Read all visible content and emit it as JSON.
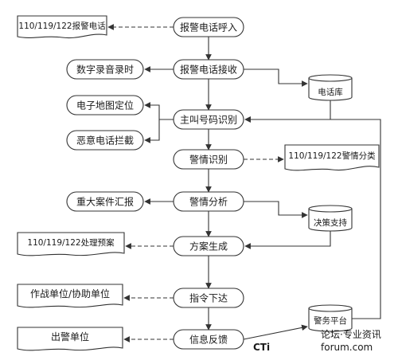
{
  "flow": {
    "n1": "报警电话呼入",
    "n2": "报警电话接收",
    "n3": "主叫号码识别",
    "n4": "警情识别",
    "n5": "警情分析",
    "n6": "方案生成",
    "n7": "指令下达",
    "n8": "信息反馈"
  },
  "side": {
    "doc_alarm_call": "110/119/122报警电话",
    "digital_recording": "数字录音录时",
    "gis_location": "电子地图定位",
    "malicious_block": "恶意电话拦截",
    "doc_alarm_category": "110/119/122警情分类",
    "major_case_report": "重大案件汇报",
    "doc_plan": "110/119/122处理预案",
    "doc_units": "作战单位/协助单位",
    "doc_dispatch": "出警单位"
  },
  "databases": {
    "phone_db": "电话库",
    "decision_support": "决策支持",
    "police_platform": "警务平台"
  },
  "watermark": {
    "brand": "CTi",
    "forum": "论坛·专业资讯",
    "site": "forum.com"
  }
}
